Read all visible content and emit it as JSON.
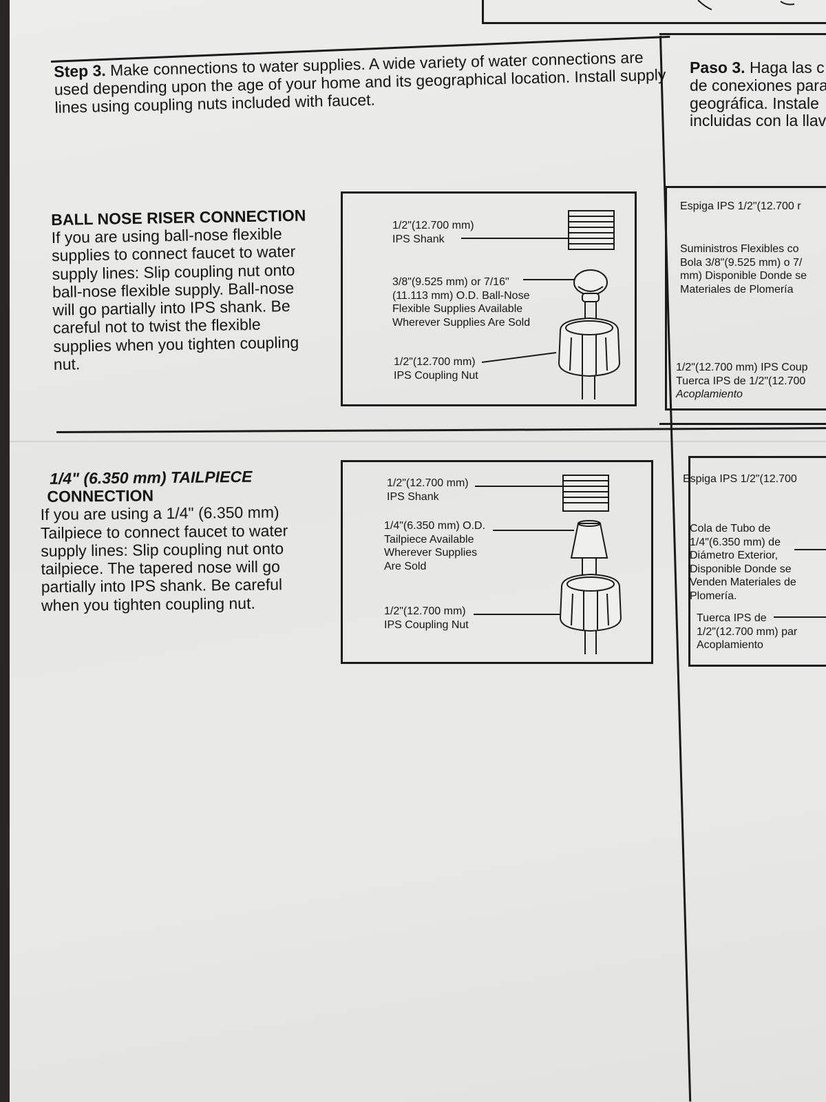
{
  "step3": {
    "label": "Step 3.",
    "text": "Make connections to water supplies. A wide variety of water connections are used depending upon the age of your home and its geographical location.  Install supply lines using coupling nuts included with faucet."
  },
  "paso3": {
    "label": "Paso 3.",
    "line1": "Haga las c",
    "line2": "de conexiones para",
    "line3": "geográfica.  Instale",
    "line4": "incluidas con la llav"
  },
  "ball_nose": {
    "title": "BALL NOSE RISER CONNECTION",
    "body": "If you are using ball-nose flexible supplies to connect faucet to water supply lines: Slip coupling nut onto ball-nose flexible supply. Ball-nose will go partially into IPS shank.  Be careful not to twist the flexible supplies when you tighten coupling nut.",
    "labels": {
      "shank_1": "1/2\"(12.700 mm)",
      "shank_2": "IPS Shank",
      "supply_1": "3/8\"(9.525 mm) or 7/16\"",
      "supply_2": "(11.113 mm) O.D. Ball-Nose",
      "supply_3": "Flexible Supplies Available",
      "supply_4": "Wherever Supplies Are Sold",
      "nut_1": "1/2\"(12.700 mm)",
      "nut_2": "IPS Coupling Nut"
    },
    "spanish": {
      "shank": "Espiga IPS 1/2\"(12.700 r",
      "supply_1": "Suministros Flexibles co",
      "supply_2": "Bola 3/8\"(9.525 mm) o 7/",
      "supply_3": "mm) Disponible Donde se",
      "supply_4": "Materiales de Plomería",
      "nut_1": "1/2\"(12.700 mm) IPS Coup",
      "nut_2": "Tuerca IPS de 1/2\"(12.700",
      "nut_3": "Acoplamiento"
    }
  },
  "tailpiece": {
    "title_1": "1/4\" (6.350 mm) TAILPIECE",
    "title_2": "CONNECTION",
    "body": "If you are using a 1/4\" (6.350 mm) Tailpiece to connect faucet to water supply lines: Slip coupling nut onto tailpiece. The tapered nose will go partially into IPS shank. Be careful when you tighten coupling nut.",
    "labels": {
      "shank_1": "1/2\"(12.700 mm)",
      "shank_2": "IPS Shank",
      "tail_1": "1/4\"(6.350 mm) O.D.",
      "tail_2": "Tailpiece Available",
      "tail_3": "Wherever Supplies",
      "tail_4": "Are Sold",
      "nut_1": "1/2\"(12.700 mm)",
      "nut_2": "IPS Coupling Nut"
    },
    "spanish": {
      "shank": "Espiga IPS 1/2\"(12.700",
      "tail_1": "Cola de Tubo de",
      "tail_2": "1/4\"(6.350 mm) de",
      "tail_3": "Diámetro Exterior,",
      "tail_4": "Disponible Donde se",
      "tail_5": "Venden Materiales de",
      "tail_6": "Plomería.",
      "nut_1": "Tuerca IPS de",
      "nut_2": "1/2\"(12.700 mm) par",
      "nut_3": "Acoplamiento"
    }
  }
}
